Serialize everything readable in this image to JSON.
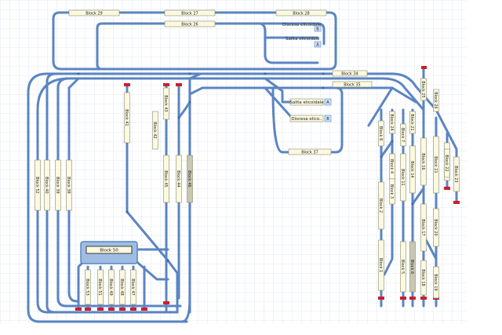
{
  "layout": {
    "blocks": {
      "b29": "Block 29",
      "b27": "Block 27",
      "b28": "Block 28",
      "b26": "Block 26",
      "b34": "Block 34",
      "b35": "Block 35",
      "b37": "Block 37",
      "b50": "Block 50",
      "b52": "Block 52",
      "b40": "Block 40",
      "b39": "Block 39",
      "b38": "Block 38",
      "b41": "Block 41",
      "b42": "Block 42",
      "b43": "Block 43",
      "b45": "Block 45",
      "b44": "Block 44",
      "b46": "Block 46",
      "b53": "Block 53",
      "b49": "Block 49",
      "b48": "Block 48",
      "b47": "Block 47",
      "b51": "Block 51",
      "b25": "Block 25",
      "b26r": "Block 26",
      "b1": "Block 1",
      "b2": "Block 2",
      "b3": "Block 3",
      "b4": "Block 4",
      "b5": "Block 5",
      "b6": "Block 6",
      "b7": "Block 7",
      "b8": "Block 8",
      "b11": "Block 11",
      "b14": "Block 14",
      "b16": "Block 16",
      "b17": "Block 17",
      "b18": "Block 18",
      "b19": "Block 19",
      "b20": "Block 20",
      "b21": "Block 21",
      "b22": "Block 22",
      "b23": "Block 23",
      "b24": "Block 24"
    },
    "texts": {
      "discesa": "Discesa elicoidale",
      "salita": "Salita elicoidale",
      "salita2": "Salita elicoidale",
      "discesa2": "Discesa elico..",
      "portA": "A",
      "portB": "B"
    }
  },
  "colors": {
    "track": "#5b85c2",
    "track_dark": "#3f6aa8",
    "grid": "#c9d7ec",
    "block_fill": "#fbf9df",
    "block_stroke": "#8a8a70",
    "bumper": "#cc1f2a",
    "panel": "#9fbde3"
  }
}
